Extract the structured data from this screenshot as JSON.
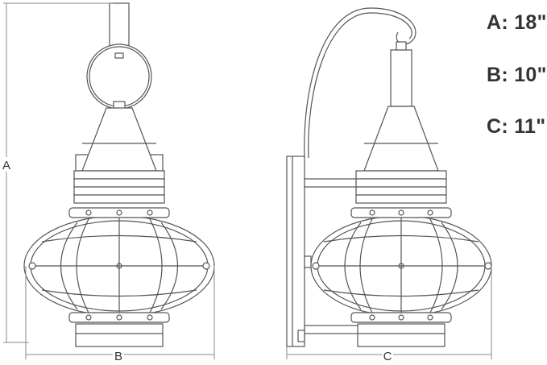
{
  "dimension_labels": {
    "a": "A",
    "b": "B",
    "c": "C"
  },
  "specs": [
    {
      "text": "A: 18\""
    },
    {
      "text": "B: 10\""
    },
    {
      "text": "C: 11\""
    }
  ],
  "colors": {
    "line": "#555555",
    "dim": "#8a8a8a",
    "text": "#333333",
    "fill": "#ffffff"
  }
}
